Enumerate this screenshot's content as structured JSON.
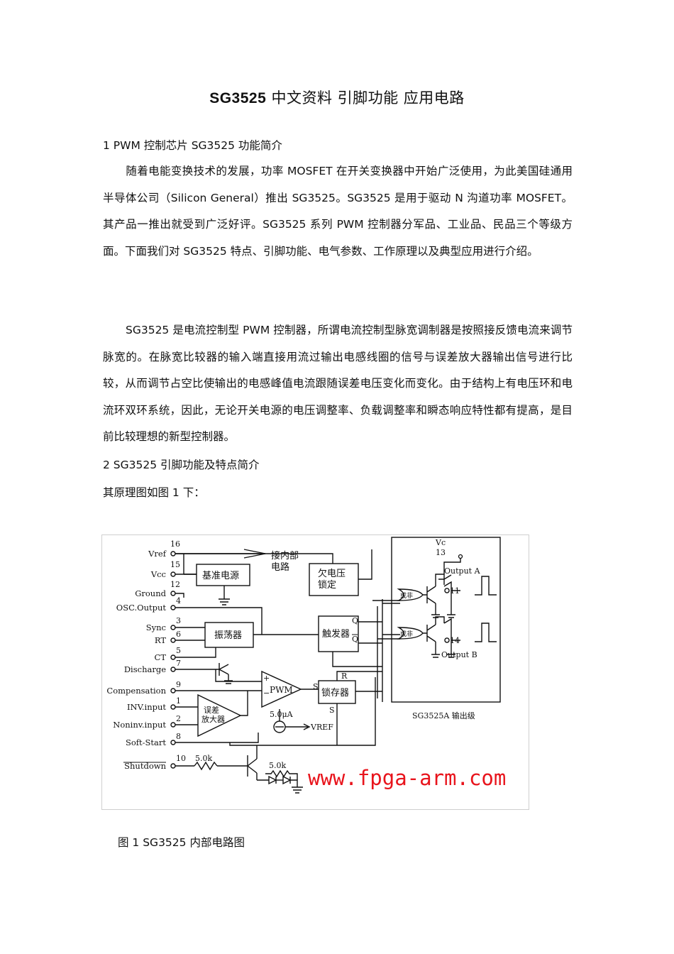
{
  "doc": {
    "title_bold": "SG3525",
    "title_rest": " 中文资料  引脚功能  应用电路",
    "section1": "1  PWM 控制芯片 SG3525 功能简介",
    "para1": "随着电能变换技术的发展，功率 MOSFET 在开关变换器中开始广泛使用，为此美国硅通用半导体公司（Silicon General）推出 SG3525。SG3525 是用于驱动 N 沟道功率 MOSFET。其产品一推出就受到广泛好评。SG3525 系列 PWM 控制器分军品、工业品、民品三个等级方面。下面我们对 SG3525 特点、引脚功能、电气参数、工作原理以及典型应用进行介绍。",
    "para2": "SG3525 是电流控制型 PWM 控制器，所谓电流控制型脉宽调制器是按照接反馈电流来调节脉宽的。在脉宽比较器的输入端直接用流过输出电感线圈的信号与误差放大器输出信号进行比较，从而调节占空比使输出的电感峰值电流跟随误差电压变化而变化。由于结构上有电压环和电流环双环系统，因此，无论开关电源的电压调整率、负载调整率和瞬态响应特性都有提高，是目前比较理想的新型控制器。",
    "section2": "2  SG3525 引脚功能及特点简介",
    "intro": "其原理图如图 1 下：",
    "caption": "图 1  SG3525 内部电路图"
  },
  "diagram": {
    "pins": [
      {
        "num": "16",
        "name": "Vref"
      },
      {
        "num": "15",
        "name": "Vcc"
      },
      {
        "num": "12",
        "name": "Ground"
      },
      {
        "num": "4",
        "name": "OSC.Output"
      },
      {
        "num": "3",
        "name": "Sync"
      },
      {
        "num": "6",
        "name": "RT"
      },
      {
        "num": "5",
        "name": "CT"
      },
      {
        "num": "7",
        "name": "Discharge"
      },
      {
        "num": "9",
        "name": "Compensation"
      },
      {
        "num": "1",
        "name": "INV.input"
      },
      {
        "num": "2",
        "name": "Noninv.input"
      },
      {
        "num": "8",
        "name": "Soft-Start"
      },
      {
        "num": "10",
        "name": "Shutdown"
      }
    ],
    "blocks": {
      "reference": "基准电源",
      "to_internal_1": "接内部",
      "to_internal_2": "电路",
      "uvlo_1": "欠电压",
      "uvlo_2": "锁定",
      "oscillator": "振荡器",
      "flipflop": "触发器",
      "pwm": "PWM",
      "latch": "锁存器",
      "error_amp_1": "误差",
      "error_amp_2": "放大器",
      "output_stage": "SG3525A 输出级",
      "inhibit": "或非"
    },
    "labels": {
      "vc": "Vc",
      "vc_pin": "13",
      "out_a": "Output A",
      "out_a_pin": "11",
      "out_b": "Output B",
      "out_b_pin": "14",
      "current": "5.0μA",
      "vref": "VREF",
      "r1": "5.0k",
      "r2": "5.0k",
      "q": "Q",
      "qbar": "Q",
      "s": "S",
      "r": "R",
      "s2": "S",
      "plus": "+",
      "minus": "−",
      "watermark": "www.fpga-arm.com"
    },
    "colors": {
      "watermark": "#e8141c"
    }
  }
}
